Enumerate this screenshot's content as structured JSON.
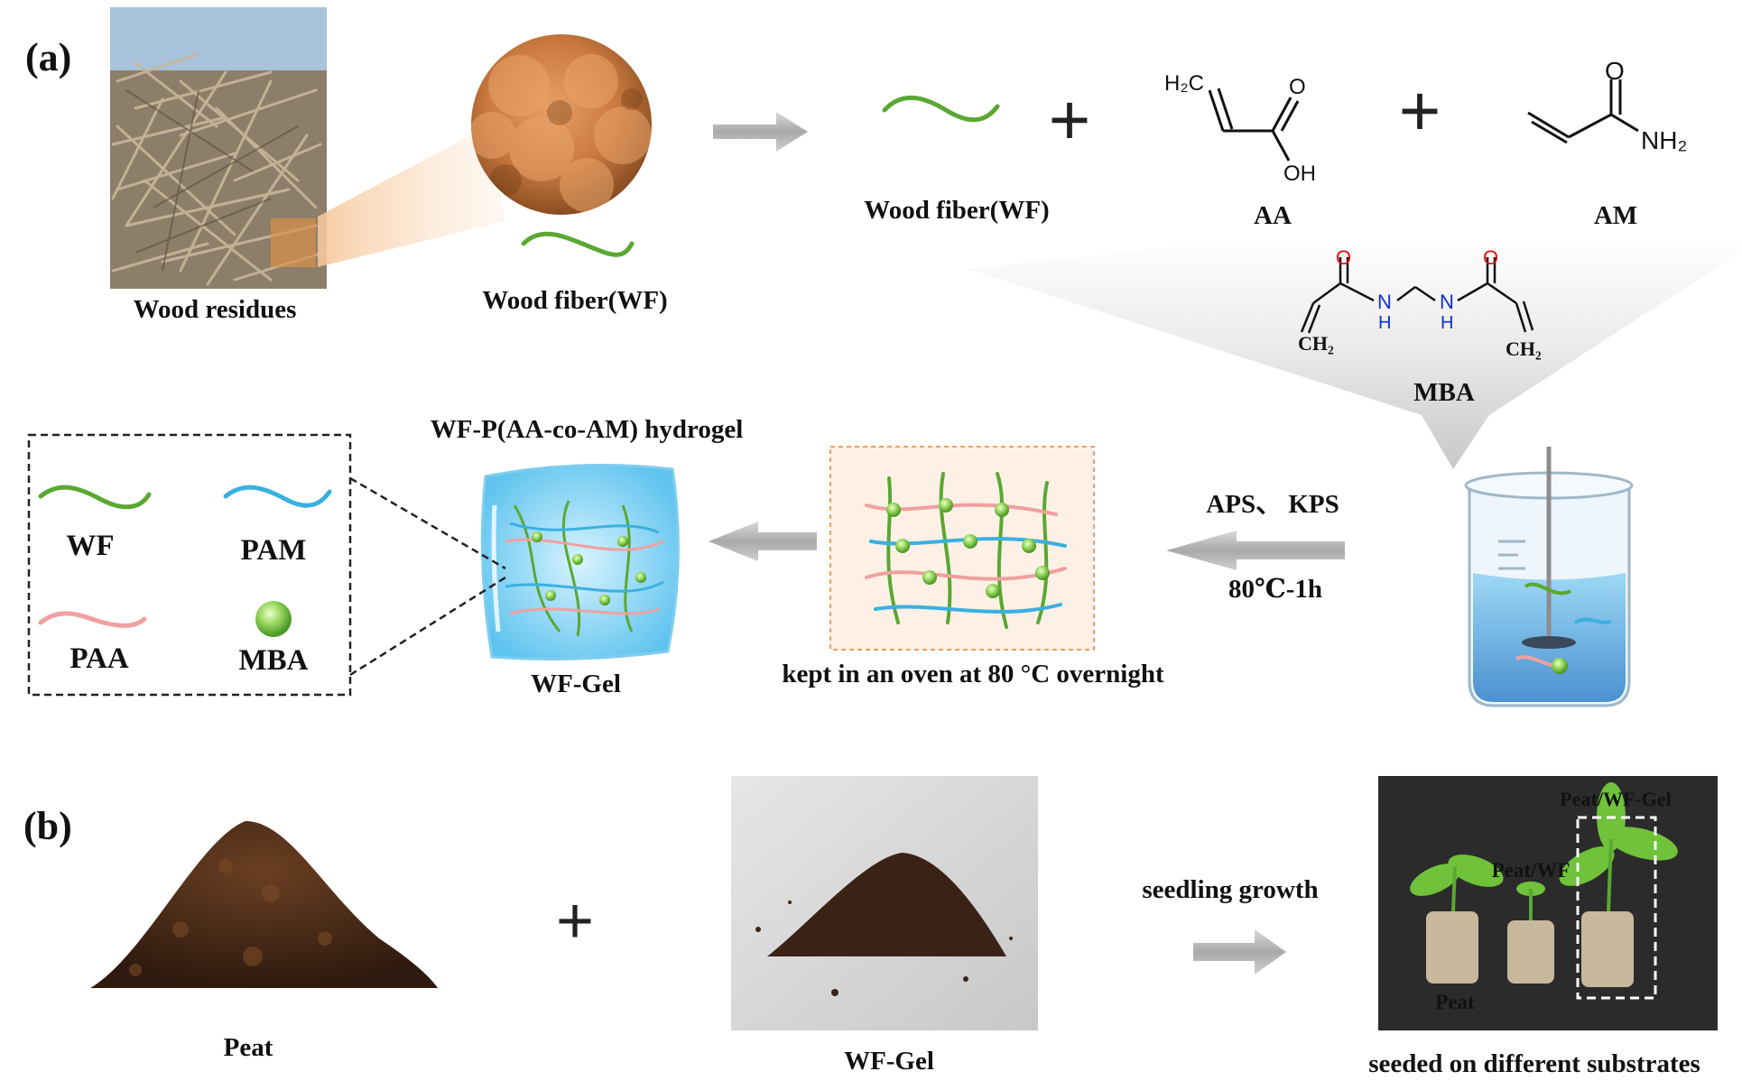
{
  "panel_a": {
    "tag": "(a)",
    "wood_residues_label": "Wood residues",
    "wood_fiber_label": "Wood fiber(WF)",
    "wood_fiber_label_2": "Wood fiber(WF)",
    "plus": "+",
    "aa": {
      "label": "AA",
      "h2c": "H₂C",
      "o": "O",
      "oh": "OH"
    },
    "am": {
      "label": "AM",
      "o": "O",
      "nh2": "NH₂"
    },
    "mba": {
      "label": "MBA",
      "o": "O",
      "n": "N",
      "h": "H",
      "ch2": "CH₂"
    },
    "reagents_label": "APS、 KPS",
    "condition_label": "80℃-1h",
    "oven_label": "kept in an oven at 80 °C overnight",
    "hydrogel_title": "WF-P(AA-co-AM)  hydrogel",
    "gel_label": "WF-Gel",
    "legend": {
      "wf": "WF",
      "pam": "PAM",
      "paa": "PAA",
      "mba": "MBA"
    }
  },
  "panel_b": {
    "tag": "(b)",
    "peat_label": "Peat",
    "gel_label": "WF-Gel",
    "plus": "+",
    "arrow_label": "seedling growth",
    "photo_labels": {
      "peat_wf_gel": "Peat/WF-Gel",
      "peat_wf": "Peat/WF",
      "peat": "Peat"
    },
    "result_label": "seeded on different substrates"
  },
  "colors": {
    "wf": "#5aa832",
    "pam": "#3ab0e0",
    "paa": "#f0a0a0",
    "mba": "#8fd060",
    "oxygen": "#e01010",
    "nitrogen": "#1030d0",
    "highlight": "#e0182c",
    "arrow": "#b5b5b5"
  }
}
